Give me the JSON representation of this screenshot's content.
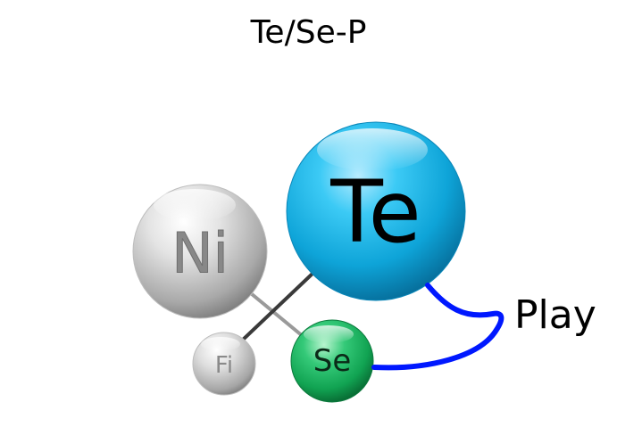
{
  "title": "Te/Se-P",
  "atoms": {
    "ni": {
      "label": "Ni",
      "color": "#d9d9d9"
    },
    "te": {
      "label": "Te",
      "color": "#1fb7e8"
    },
    "fi": {
      "label": "Fi",
      "color": "#d9d9d9"
    },
    "se": {
      "label": "Se",
      "color": "#2fbf6d"
    }
  },
  "connector": {
    "label": "Play",
    "color": "#0018ff"
  }
}
